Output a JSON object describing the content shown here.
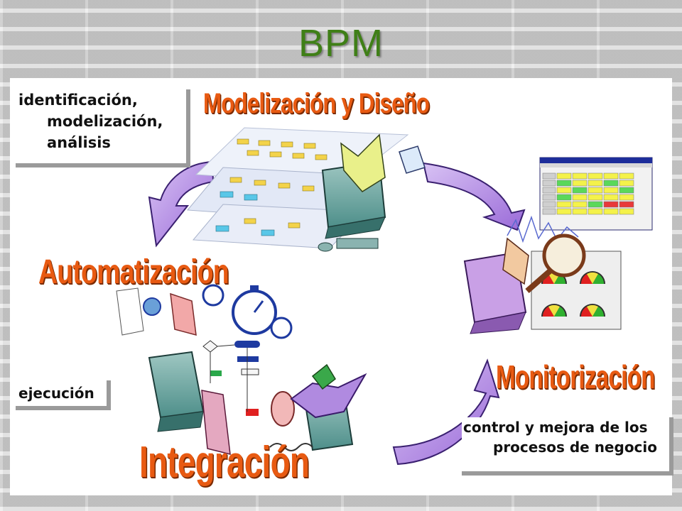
{
  "title": "BPM",
  "stages": {
    "modelizacion": "Modelización y Diseño",
    "automatizacion": "Automatización",
    "monitorizacion": "Monitorización",
    "integracion": "Integración"
  },
  "notes": {
    "identificacion": [
      "identificación,",
      "modelización,",
      "análisis"
    ],
    "ejecucion": "ejecución",
    "control": [
      "control y mejora de los",
      "procesos de negocio"
    ]
  },
  "colors": {
    "title": "#3f7f17",
    "stage_text": "#e85a12",
    "arrow_fill": "#b990e6",
    "arrow_stroke": "#3a2070"
  },
  "icons": [
    "cycle-arrow-icon",
    "workstation-icon",
    "stopwatch-icon",
    "magnifier-icon",
    "flowchart-icon",
    "gauge-icon"
  ]
}
